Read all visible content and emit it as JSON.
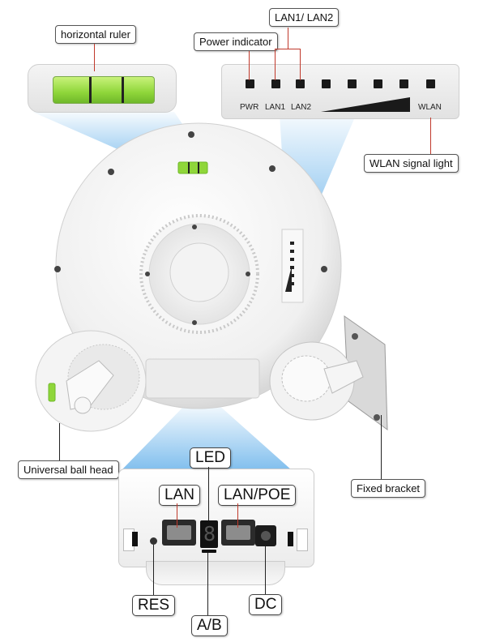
{
  "labels": {
    "horizontal_ruler": "horizontal ruler",
    "power_indicator": "Power indicator",
    "lan1_lan2": "LAN1/ LAN2",
    "wlan_signal_light": "WLAN signal light",
    "universal_ball_head": "Universal ball head",
    "fixed_bracket": "Fixed bracket",
    "led": "LED",
    "lan": "LAN",
    "lan_poe": "LAN/POE",
    "res": "RES",
    "dc": "DC",
    "ab": "A/B"
  },
  "led_panel": {
    "pwr": "PWR",
    "lan1": "LAN1",
    "lan2": "LAN2",
    "wlan": "WLAN"
  },
  "digit_display": "8",
  "colors": {
    "callout_line_red": "#c0392b",
    "bubble_green": "#8fd63a",
    "beam_blue": "#4aa3e6"
  }
}
